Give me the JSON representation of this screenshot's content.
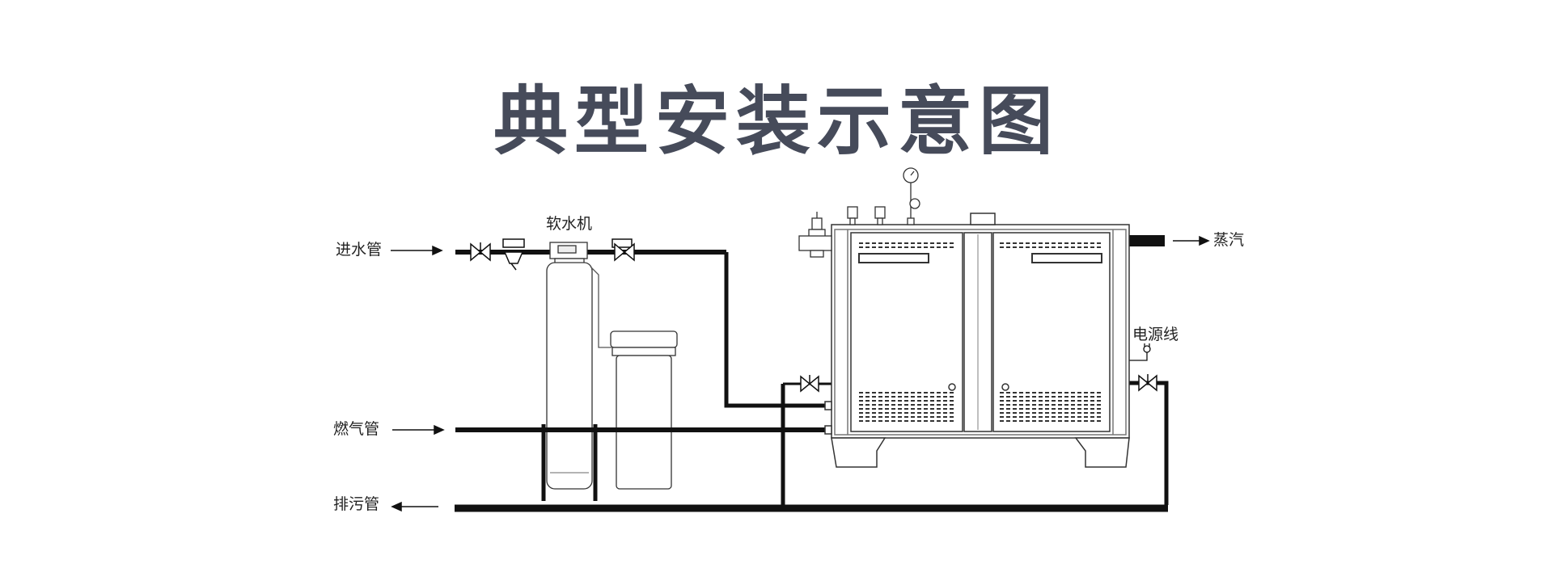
{
  "title": "典型安装示意图",
  "labels": {
    "water_inlet": "进水管",
    "gas_pipe": "燃气管",
    "drain_pipe": "排污管",
    "softener": "软水机",
    "steam": "蒸汽",
    "power_line": "电源线"
  },
  "colors": {
    "title": "#464b5a",
    "pipe": "#111111",
    "outline": "#333333"
  }
}
